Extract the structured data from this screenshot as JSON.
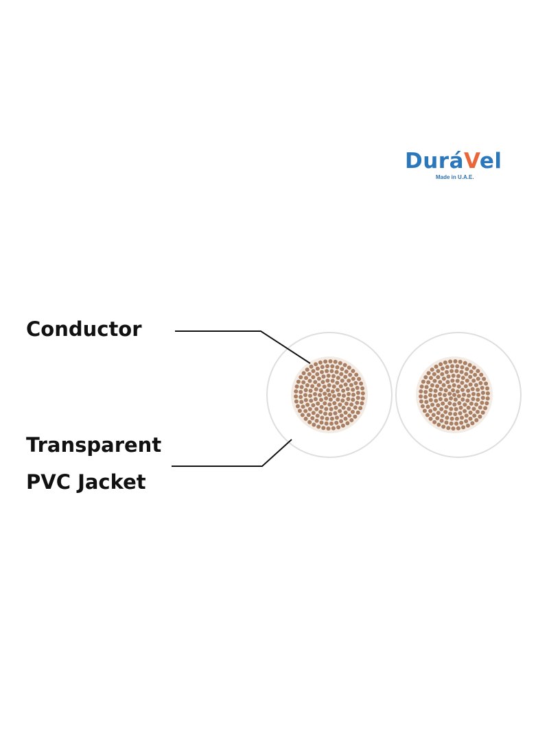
{
  "logo": {
    "brand_part1": "Dur",
    "brand_part2": "á",
    "brand_v": "V",
    "brand_part3": "el",
    "tagline": "Made in U.A.E.",
    "colors": {
      "blue": "#2a77bb",
      "orange": "#e8663a"
    }
  },
  "labels": {
    "conductor": "Conductor",
    "jacket_line1": "Transparent",
    "jacket_line2": "PVC Jacket"
  },
  "colors": {
    "strand": "#a87f62",
    "core_bg": "#f3ebe4",
    "jacket_stroke": "#dedede",
    "leader": "#111111",
    "red_marker": "#e8140f"
  }
}
